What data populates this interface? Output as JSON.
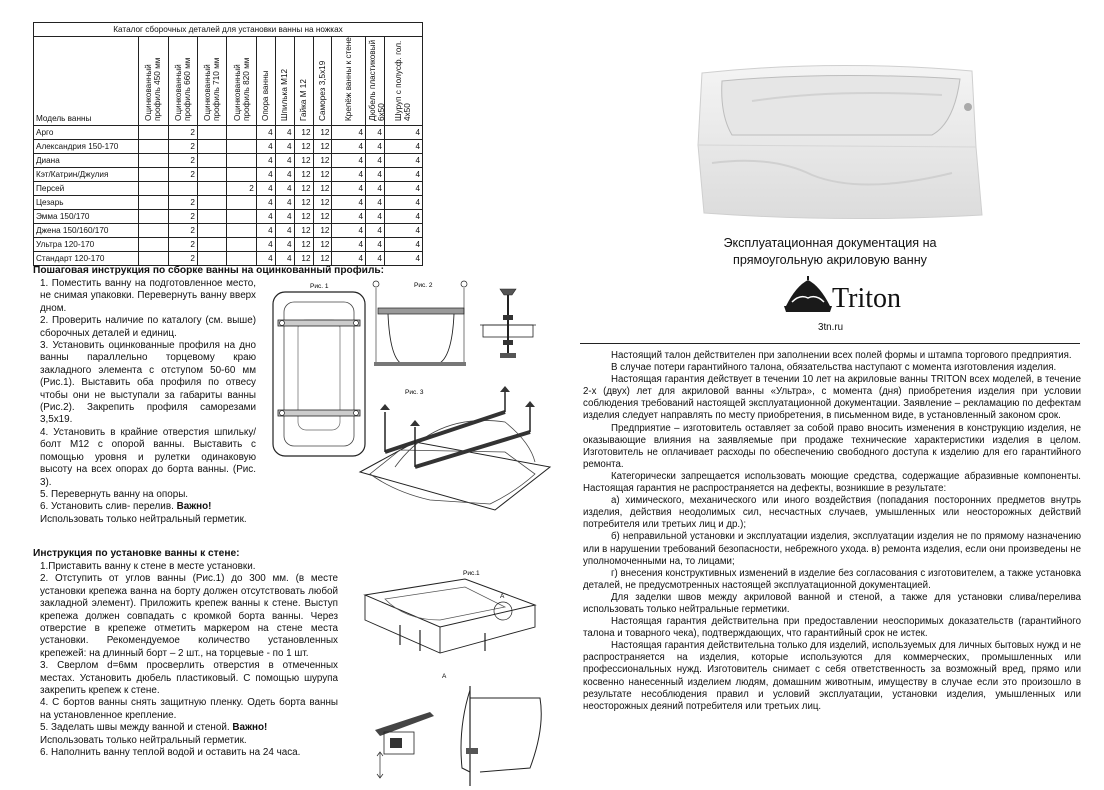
{
  "catalog": {
    "caption": "Каталог сборочных деталей для установки ванны на ножках",
    "columns": [
      "Модель ванны",
      "Оцинкованный профиль 450 мм",
      "Оцинкованный профиль 660 мм",
      "Оцинкованный профиль 710 мм",
      "Оцинкованный профиль 820 мм",
      "Опора ванны",
      "Шпилька М12",
      "Гайка М 12",
      "Саморез 3,5х19",
      "Крепёж ванны к стене",
      "Дюбель пластиковый 6х50",
      "Шуруп с полусф. гол. 4х50"
    ],
    "rows": [
      [
        "Арго",
        "",
        "2",
        "",
        "",
        "4",
        "4",
        "12",
        "12",
        "4",
        "4",
        "4"
      ],
      [
        "Александрия 150-170",
        "",
        "2",
        "",
        "",
        "4",
        "4",
        "12",
        "12",
        "4",
        "4",
        "4"
      ],
      [
        "Диана",
        "",
        "2",
        "",
        "",
        "4",
        "4",
        "12",
        "12",
        "4",
        "4",
        "4"
      ],
      [
        "Кэт/Катрин/Джулия",
        "",
        "2",
        "",
        "",
        "4",
        "4",
        "12",
        "12",
        "4",
        "4",
        "4"
      ],
      [
        "Персей",
        "",
        "",
        "",
        "2",
        "4",
        "4",
        "12",
        "12",
        "4",
        "4",
        "4"
      ],
      [
        "Цезарь",
        "",
        "2",
        "",
        "",
        "4",
        "4",
        "12",
        "12",
        "4",
        "4",
        "4"
      ],
      [
        "Эмма 150/170",
        "",
        "2",
        "",
        "",
        "4",
        "4",
        "12",
        "12",
        "4",
        "4",
        "4"
      ],
      [
        "Джена 150/160/170",
        "",
        "2",
        "",
        "",
        "4",
        "4",
        "12",
        "12",
        "4",
        "4",
        "4"
      ],
      [
        "Ультра 120-170",
        "",
        "2",
        "",
        "",
        "4",
        "4",
        "12",
        "12",
        "4",
        "4",
        "4"
      ],
      [
        "Стандарт 120-170",
        "",
        "2",
        "",
        "",
        "4",
        "4",
        "12",
        "12",
        "4",
        "4",
        "4"
      ]
    ]
  },
  "assembly": {
    "title": "Пошаговая инструкция по сборке ванны на оцинкованный профиль:",
    "steps": [
      "1. Поместить ванну на подготовленное место, не снимая упаковки. Перевернуть ванну вверх дном.",
      "2. Проверить наличие по каталогу (см. выше) сборочных деталей и единиц.",
      "3. Установить оцинкованные профиля на дно ванны параллельно торцевому краю закладного элемента с отступом 50-60 мм (Рис.1). Выставить оба профиля по отвесу чтобы они не выступали за габариты ванны (Рис.2). Закрепить профиля саморезами 3,5х19.",
      "4. Установить в крайние отверстия шпильку/болт М12 с опорой ванны. Выставить с помощью уровня и рулетки одинаковую высоту на всех опорах до борта ванны. (Рис. 3).",
      "5. Перевернуть ванну на опоры."
    ],
    "step6_text": "6. Установить слив- перелив. ",
    "step6_bold": "Важно!",
    "step6_tail": "Использовать только нейтральный герметик."
  },
  "wall": {
    "title": "Инструкция по установке ванны к стене:",
    "steps": [
      "1.Приставить ванну к стене в месте установки.",
      "2. Отступить от углов ванны (Рис.1) до 300 мм. (в месте установки крепежа ванна на борту должен отсутствовать любой закладной элемент). Приложить крепеж ванны к стене. Выступ крепежа должен совпадать с кромкой борта ванны. Через отверстие в крепеже отметить маркером на стене места установки. Рекомендуемое количество установленных крепежей: на длинный борт – 2 шт., на торцевые - по 1 шт.",
      "3. Сверлом d=6мм просверлить отверстия в отмеченных местах. Установить дюбель пластиковый. С помощью шурупа закрепить крепеж к стене.",
      "4. С бортов ванны снять защитную пленку. Одеть борта ванны на установленное крепление."
    ],
    "step5_text": "5. Заделать швы между ванной и стеной. ",
    "step5_bold": "Важно!",
    "step5_tail": "Использовать только нейтральный герметик.",
    "step6": "6. Наполнить ванну теплой водой и оставить на 24 часа."
  },
  "figures": {
    "fig1": "Рис. 1",
    "fig2": "Рис. 2",
    "fig3": "Рис. 3",
    "wall_fig1": "Рис.1",
    "label_a": "А",
    "label_a2": "A"
  },
  "header": {
    "line1": "Эксплуатационная документация на",
    "line2": "прямоугольную акриловую ванну",
    "brand": "Triton",
    "site": "3tn.ru"
  },
  "guarantee": [
    "Настоящий талон действителен при заполнении всех полей формы и штампа торгового предприятия.",
    "В случае потери гарантийного талона, обязательства наступают с момента изготовления изделия.",
    "Настоящая гарантия действует в течении 10 лет на акриловые ванны TRITON всех моделей, в течение 2-х (двух) лет для акриловой ванны «Ультра», с момента (дня) приобретения изделия при условии соблюдения требований настоящей эксплуатационной документации. Заявление – рекламацию по дефектам изделия следует направлять по месту приобретения, в письменном виде, в установленный законом срок.",
    "Предприятие – изготовитель оставляет за собой право вносить изменения в конструкцию изделия, не оказывающие влияния на заявляемые при продаже технические характеристики изделия в целом. Изготовитель не оплачивает расходы по обеспечению свободного доступа к изделию для его гарантийного ремонта.",
    "Категорически запрещается использовать моющие средства, содержащие абразивные компоненты. Настоящая гарантия не распространяется на дефекты, возникшие в результате:",
    "а) химического, механического или иного воздействия (попадания посторонних предметов внутрь изделия, действия неодолимых сил, несчастных случаев, умышленных или неосторожных действий потребителя или третьих лиц и др.);",
    "б) неправильной установки и эксплуатации изделия, эксплуатации изделия не по прямому назначению или в нарушении требований безопасности, небрежного ухода. в) ремонта изделия, если они произведены не уполномоченными на, то лицами;",
    "г) внесения конструктивных изменений в изделие без согласования с изготовителем, а также установка деталей, не предусмотренных настоящей эксплуатационной документацией.",
    "Для заделки швов между акриловой ванной и стеной, а также для установки слива/перелива использовать только нейтральные герметики.",
    "Настоящая гарантия действительна при предоставлении неоспоримых доказательств (гарантийного талона и товарного чека), подтверждающих, что гарантийный срок не истек.",
    "Настоящая гарантия действительна только для изделий, используемых для личных бытовых нужд и не распространяется на изделия, которые используются для коммерческих, промышленных или профессиональных нужд. Изготовитель снимает с себя ответственность за возможный вред, прямо или косвенно нанесенный изделием людям, домашним животным, имуществу в случае если это произошло в результате несоблюдения правил и условий эксплуатации, установки изделия, умышленных или неосторожных деяний потребителя или третьих лиц."
  ]
}
